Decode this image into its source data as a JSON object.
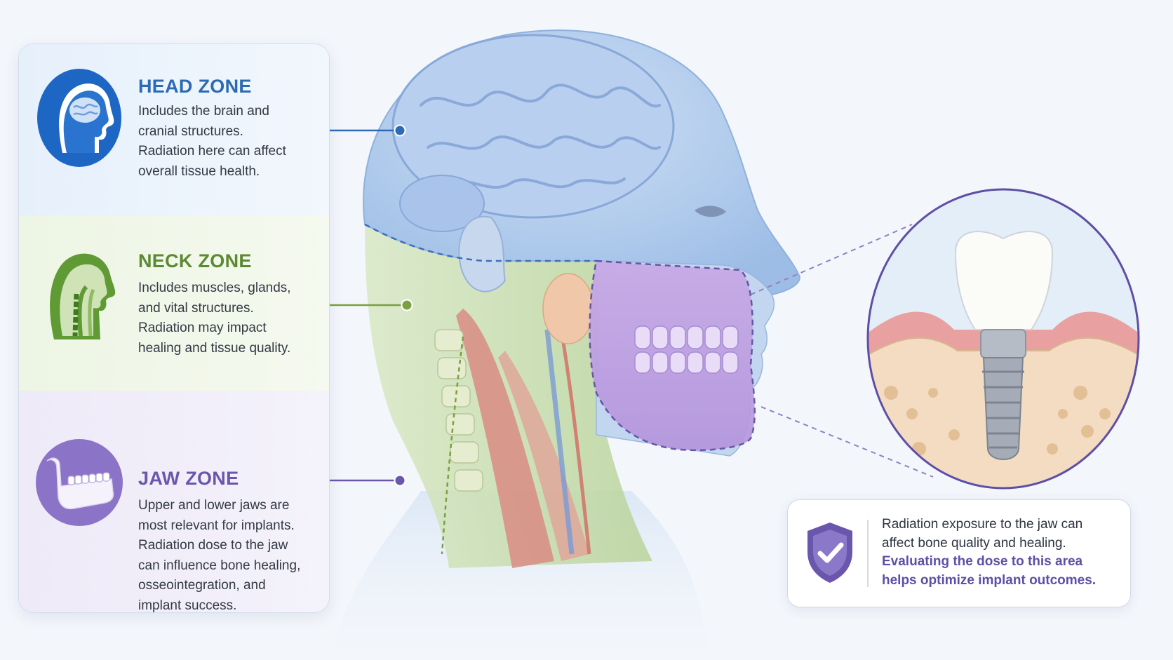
{
  "colors": {
    "head": "#2c6ab6",
    "neck": "#5c8a32",
    "jaw": "#6a56ac",
    "page_background": "#f3f6fb"
  },
  "zones": [
    {
      "id": "head",
      "icon": "brain-head-icon",
      "title": "HEAD ZONE",
      "lines": [
        "Includes the brain and",
        "cranial structures.",
        "Radiation here can affect",
        "overall tissue health."
      ]
    },
    {
      "id": "neck",
      "icon": "neck-anatomy-icon",
      "title": "NECK ZONE",
      "lines": [
        "Includes muscles, glands,",
        "and vital structures.",
        "Radiation may impact",
        "healing and tissue quality."
      ]
    },
    {
      "id": "jaw",
      "icon": "jawbone-icon",
      "title": "JAW ZONE",
      "lines": [
        "Upper and lower jaws are",
        "most relevant for implants.",
        "Radiation dose to the jaw",
        "can influence bone healing,",
        "osseointegration, and",
        "implant success."
      ]
    }
  ],
  "info_card": {
    "icon": "shield-check-icon",
    "normal_lines": [
      "Radiation exposure to the jaw can",
      "affect bone quality and healing."
    ],
    "bold_lines": [
      "Evaluating the dose to this area",
      "helps optimize implant outcomes."
    ]
  },
  "illustrations": {
    "main": "head-neck-anatomy-profile",
    "detail": "dental-implant-in-jawbone"
  }
}
